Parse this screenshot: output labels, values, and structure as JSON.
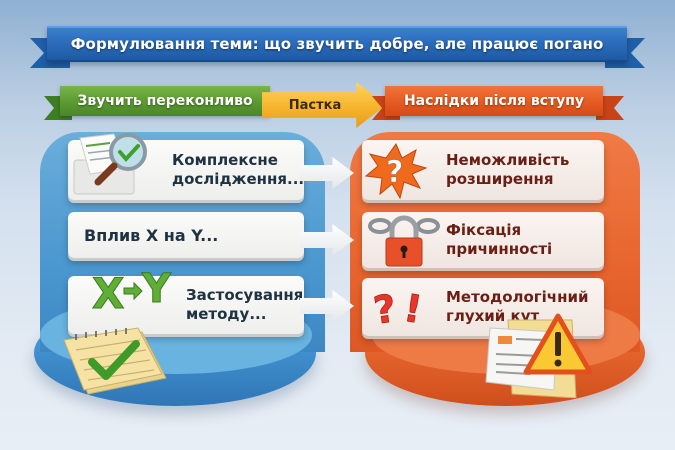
{
  "title": "Формулювання теми: що звучить добре, але працює погано",
  "headers": {
    "left": "Звучить переконливо",
    "middle": "Пастка",
    "right": "Наслідки після вступу"
  },
  "left_items": [
    {
      "line1": "Комплексне",
      "line2": "дослідження...",
      "icon": "magnifier-document-check-icon"
    },
    {
      "line1": "Вплив X на Y...",
      "line2": "",
      "icon": ""
    },
    {
      "line1": "Застосування",
      "line2": "методу...",
      "icon": "x-arrow-y-icon"
    }
  ],
  "right_items": [
    {
      "line1": "Неможливість",
      "line2": "розширення",
      "icon": "question-burst-icon"
    },
    {
      "line1": "Фіксація",
      "line2": "причинності",
      "icon": "chained-padlock-icon"
    },
    {
      "line1": "Методологічний",
      "line2": "глухий кут",
      "icon": "question-exclamation-icon"
    }
  ],
  "decor": {
    "left_bottom": "notepad-checkmark-icon",
    "right_bottom": "document-warning-icon",
    "xy_label": {
      "x": "X",
      "y": "Y"
    }
  },
  "colors": {
    "banner": "#2a6bb9",
    "green": "#5a9a32",
    "orange": "#e65a22",
    "trap": "#f5b22a",
    "blue_panel": "#4b97cf",
    "orange_panel": "#e8652e"
  }
}
